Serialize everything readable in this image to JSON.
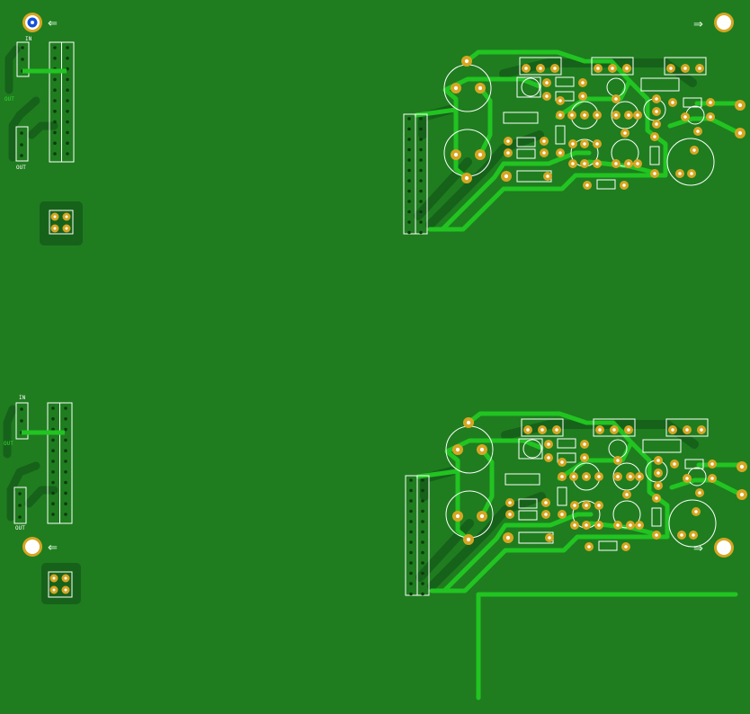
{
  "board": {
    "colors": {
      "background": "#1f7d1f",
      "copper_bottom": "#16621a",
      "copper_top": "#22c422",
      "pad": "#d6a623",
      "pad_hole": "#ffffff",
      "silkscreen": "#ffffff",
      "silk_yellow": "#d8e84a",
      "via": "#1450d8"
    },
    "labels": {
      "in": "IN",
      "out": "OUT",
      "out_green": "OUT",
      "arrow_left": "⇐",
      "arrow_right": "⇒",
      "plus": "+"
    },
    "icons": {
      "mounting_hole": "mounting-hole-icon",
      "via": "via-icon",
      "arrow": "arrow-icon"
    },
    "modules": [
      {
        "name": "top-input-module"
      },
      {
        "name": "top-amplifier-module"
      },
      {
        "name": "bottom-input-module"
      },
      {
        "name": "bottom-amplifier-module"
      }
    ]
  }
}
